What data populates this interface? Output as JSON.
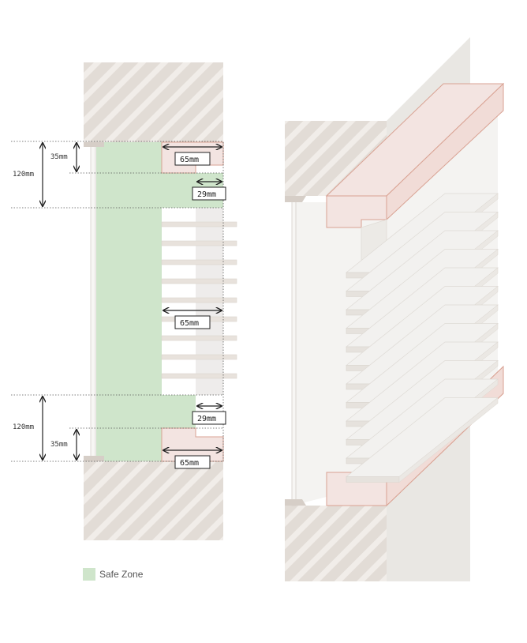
{
  "colors": {
    "wall_fill": "#e2dcd6",
    "wall_hatch": "#f1ede9",
    "safe_zone": "#cfe5cb",
    "frame_fill": "#f3e4e1",
    "frame_stroke": "#d9a293",
    "louver_fill": "#e8e2dc",
    "panel_light": "#f4f3f1",
    "panel_shadow": "#e6e4e0",
    "dim_line": "#222222"
  },
  "dimensions": {
    "top_overall": "120mm",
    "top_inner": "35mm",
    "top_frame_depth": "65mm",
    "top_gap": "29mm",
    "mid_louver_depth": "65mm",
    "bottom_gap": "29mm",
    "bottom_overall": "120mm",
    "bottom_inner": "35mm",
    "bottom_frame_depth": "65mm"
  },
  "legend": {
    "safe_zone_label": "Safe Zone"
  }
}
